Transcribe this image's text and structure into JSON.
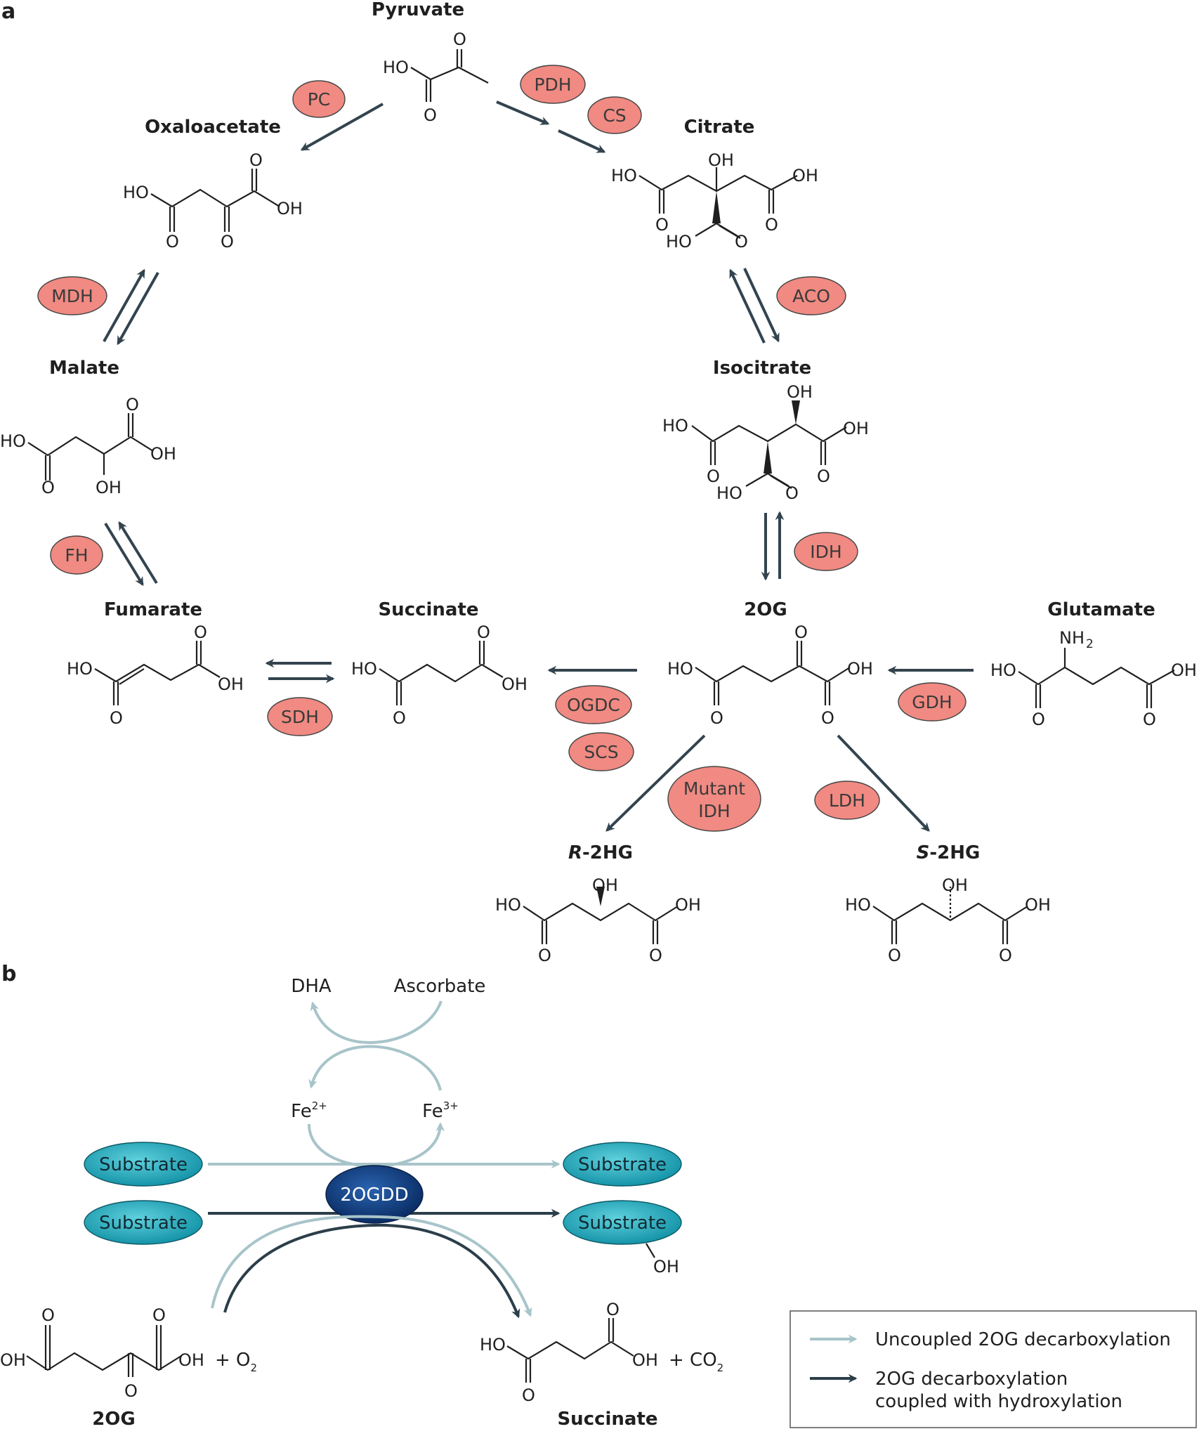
{
  "panel_a": {
    "label": "a",
    "metabolites": {
      "pyruvate": "Pyruvate",
      "oxaloacetate": "Oxaloacetate",
      "citrate": "Citrate",
      "malate": "Malate",
      "isocitrate": "Isocitrate",
      "fumarate": "Fumarate",
      "succinate": "Succinate",
      "og": "2OG",
      "glutamate": "Glutamate",
      "r2hg_prefix": "R",
      "r2hg_suffix": "-2HG",
      "s2hg_prefix": "S",
      "s2hg_suffix": "-2HG"
    },
    "enzymes": {
      "pc": "PC",
      "pdh": "PDH",
      "cs": "CS",
      "mdh": "MDH",
      "aco": "ACO",
      "fh": "FH",
      "idh": "IDH",
      "sdh": "SDH",
      "ogdc": "OGDC",
      "scs": "SCS",
      "gdh": "GDH",
      "mutant_idh_1": "Mutant",
      "mutant_idh_2": "IDH",
      "ldh": "LDH"
    },
    "atoms": {
      "ho": "HO",
      "oh": "OH",
      "o": "O",
      "nh": "NH",
      "two": "2"
    }
  },
  "panel_b": {
    "label": "b",
    "dha": "DHA",
    "ascorbate": "Ascorbate",
    "fe2": "Fe",
    "fe2_sup": "2+",
    "fe3": "Fe",
    "fe3_sup": "3+",
    "substrate": "Substrate",
    "enzyme": "2OGDD",
    "oh": "OH",
    "og_label": "2OG",
    "succinate_label": "Succinate",
    "plus_o2": "+ O",
    "o2_sub": "2",
    "plus_co2": "+ CO",
    "co2_sub": "2"
  },
  "legend": {
    "uncoupled": "Uncoupled 2OG decarboxylation",
    "coupled_1": "2OG decarboxylation",
    "coupled_2": "coupled with hydroxylation"
  },
  "colors": {
    "enzyme_fill": "#f08a82",
    "arrow_dark": "#33444f",
    "arrow_light": "#a7c4c9",
    "substrate_fill": "#1fa4b6",
    "enzyme_2ogdd": "#0d3a78"
  }
}
